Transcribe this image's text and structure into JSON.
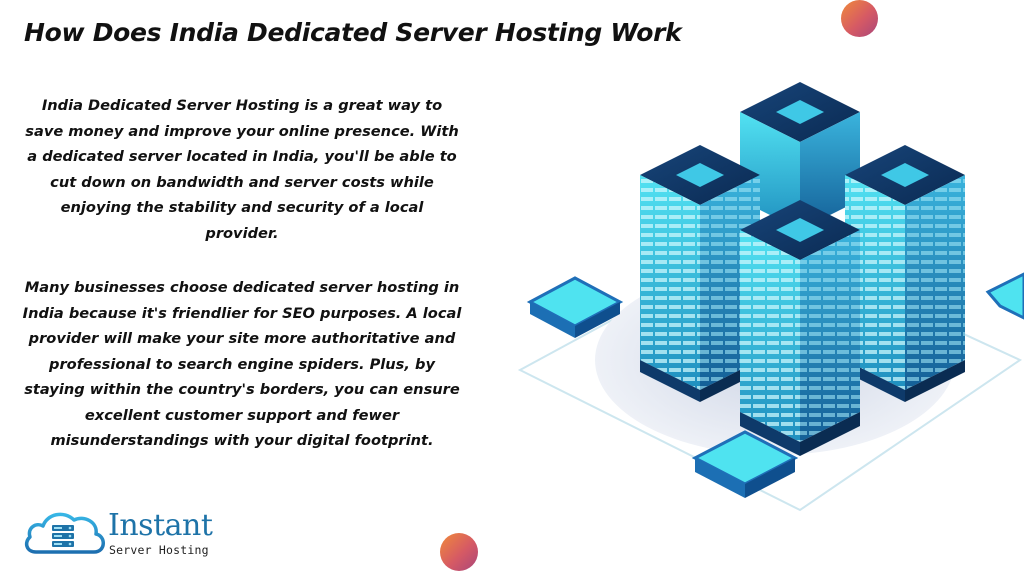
{
  "title": "How Does India Dedicated Server Hosting Work",
  "paragraphs": [
    "India Dedicated Server Hosting is a great way to save money and improve your online presence. With a dedicated server located in India, you'll be able to cut down on bandwidth and server costs while enjoying the stability and security of a local provider.",
    "Many businesses choose dedicated server hosting in India because it's friendlier for SEO purposes. A local provider will make your site more authoritative and professional to search engine spiders. Plus, by staying within the country's borders, you can ensure excellent customer support and fewer misunderstandings with your digital footprint."
  ],
  "logo": {
    "name": "Instant",
    "tagline": "Server Hosting",
    "icon": "cloud-server-icon"
  },
  "illustration": {
    "icon": "server-towers-illustration"
  },
  "colors": {
    "text": "#111111",
    "brand": "#1e73a8",
    "accent_cyan": "#4fe3f0",
    "server_dark": "#0d2d55",
    "dot_gradient_start": "#f08a3a",
    "dot_gradient_end": "#a9467a"
  }
}
